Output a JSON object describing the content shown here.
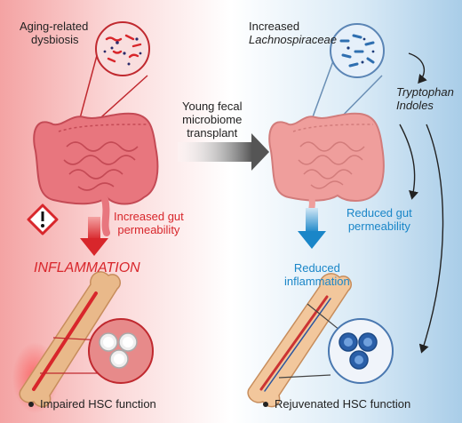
{
  "left": {
    "dysbiosis_line1": "Aging-related",
    "dysbiosis_line2": "dysbiosis",
    "permeability_line1": "Increased gut",
    "permeability_line2": "permeability",
    "inflammation": "INFLAMMATION",
    "outcome": "Impaired HSC function"
  },
  "middle": {
    "transplant_line1": "Young fecal",
    "transplant_line2": "microbiome",
    "transplant_line3": "transplant"
  },
  "right": {
    "increased": "Increased",
    "bacteria": "Lachnospiraceae",
    "metabolite1": "Tryptophan",
    "metabolite2": "Indoles",
    "permeability_line1": "Reduced gut",
    "permeability_line2": "permeability",
    "inflammation_line1": "Reduced",
    "inflammation_line2": "inflammation",
    "outcome": "Rejuvenated HSC function"
  },
  "colors": {
    "inflamed_red": "#d8262b",
    "reduced_blue": "#1a86c8",
    "gut_pink": "#e8767e",
    "bone": "#e9b98a"
  }
}
